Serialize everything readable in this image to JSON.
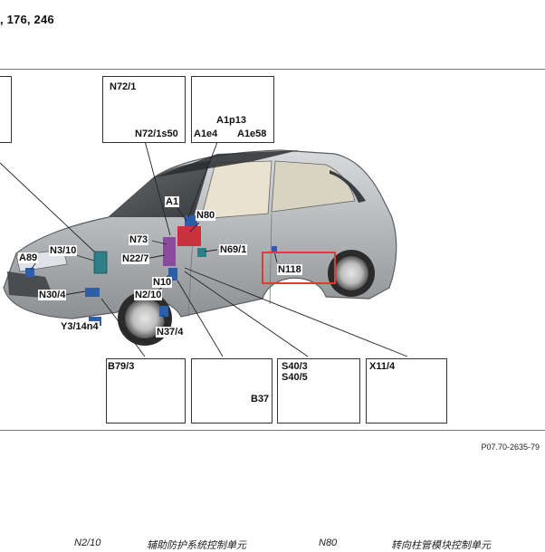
{
  "header": {
    "models": ", 176, 246"
  },
  "figure_code": "P07.70-2635-79",
  "callouts": {
    "n72_1": "N72/1",
    "n72_1s50": "N72/1s50",
    "a1p13": "A1p13",
    "a1e4": "A1e4",
    "a1e58": "A1e58",
    "a1": "A1",
    "n80": "N80",
    "n73": "N73",
    "n69_1": "N69/1",
    "a89": "A89",
    "n3_10": "N3/10",
    "n22_7": "N22/7",
    "n118": "N118",
    "n30_4": "N30/4",
    "n10": "N10",
    "n2_10": "N2/10",
    "n37_4": "N37/4",
    "y3_14n4": "Y3/14n4",
    "b79_3": "B79/3",
    "b37": "B37",
    "s40_3": "S40/3",
    "s40_5": "S40/5",
    "x11_4": "X11/4"
  },
  "legend": [
    {
      "code": "N2/10",
      "desc": "辅助防护系统控制单元"
    },
    {
      "code": "N80",
      "desc": "转向柱管模块控制单元"
    }
  ],
  "colors": {
    "highlight": "#e53935",
    "car_body": "#b9bcbf",
    "module_teal": "#2f7f86",
    "module_blue": "#2d5ea8",
    "module_red": "#c8323c",
    "module_purple": "#8b4b9c"
  }
}
